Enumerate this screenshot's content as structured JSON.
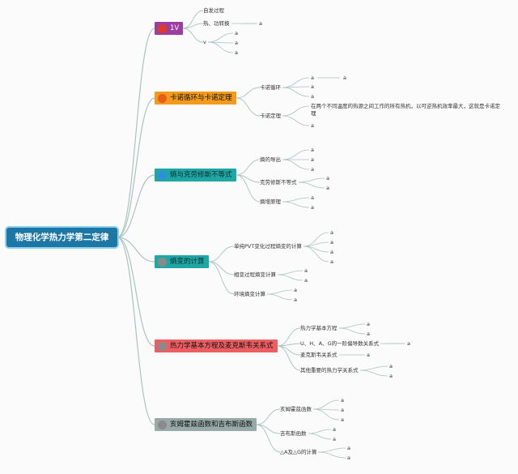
{
  "root": "物理化学热力学第二定律",
  "topics": [
    {
      "label": "1V",
      "color": "#9c3da1",
      "dot": "#e03a2a",
      "subs": [
        {
          "label": "自发过程",
          "leaves": []
        },
        {
          "label": "热、功转换",
          "leaves": [
            "a"
          ]
        },
        {
          "label": "v",
          "leaves": [
            "a",
            "a",
            "a"
          ]
        }
      ]
    },
    {
      "label": "卡诺循环与卡诺定理",
      "color": "#f19a1c",
      "dot": "#e85d1a",
      "subs": [
        {
          "label": "卡诺循环",
          "leaves": [
            "a",
            "a",
            "a"
          ],
          "extra": "a"
        },
        {
          "label": "卡诺定理",
          "leaves": [
            "在两个不同温度的热源之间工作的所有热机，以可逆热机效率最大，这就是卡诺定理",
            "a"
          ]
        }
      ]
    },
    {
      "label": "熵与克劳修斯不等式",
      "color": "#1fa7a6",
      "dot": "#2f8fd8",
      "subs": [
        {
          "label": "熵的导出",
          "leaves": [
            "a",
            "a",
            "a"
          ]
        },
        {
          "label": "克劳修斯不等式",
          "leaves": [
            "a",
            "a"
          ]
        },
        {
          "label": "熵增原理",
          "leaves": [
            "a",
            "a"
          ]
        }
      ]
    },
    {
      "label": "熵变的计算",
      "color": "#1fa7a6",
      "dot": "#8a8a8a",
      "subs": [
        {
          "label": "单纯PVT变化过程熵变的计算",
          "leaves": [
            "a",
            "a",
            "a",
            "a"
          ]
        },
        {
          "label": "相变过程熵变计算",
          "leaves": [
            "a",
            "a"
          ]
        },
        {
          "label": "环境熵变计算",
          "leaves": [
            "a",
            "a"
          ]
        }
      ]
    },
    {
      "label": "热力学基本方程及麦克斯韦关系式",
      "color": "#ec5e62",
      "dot": "#8a8a8a",
      "subs": [
        {
          "label": "热力学基本方程",
          "leaves": [
            "a",
            "a"
          ]
        },
        {
          "label": "U、H、A、G的一阶偏导数关系式",
          "leaves": [
            "a"
          ]
        },
        {
          "label": "麦克斯韦关系式",
          "leaves": [
            "a"
          ]
        },
        {
          "label": "其他重要的热力学关系式",
          "leaves": [
            "a",
            "a"
          ]
        }
      ]
    },
    {
      "label": "亥姆霍兹函数和吉布斯函数",
      "color": "#98aaa6",
      "dot": "#8a8a8a",
      "subs": [
        {
          "label": "亥姆霍兹函数",
          "leaves": [
            "a",
            "a",
            "a"
          ]
        },
        {
          "label": "吉布斯函数",
          "leaves": [
            "a",
            "a"
          ]
        },
        {
          "label": "△A及△G的计算",
          "leaves": [
            "a",
            "a"
          ]
        }
      ]
    }
  ],
  "colors": {
    "link": "#a9c4bf",
    "root": "#1d77a5",
    "root_outline": "#8fd0f0"
  }
}
